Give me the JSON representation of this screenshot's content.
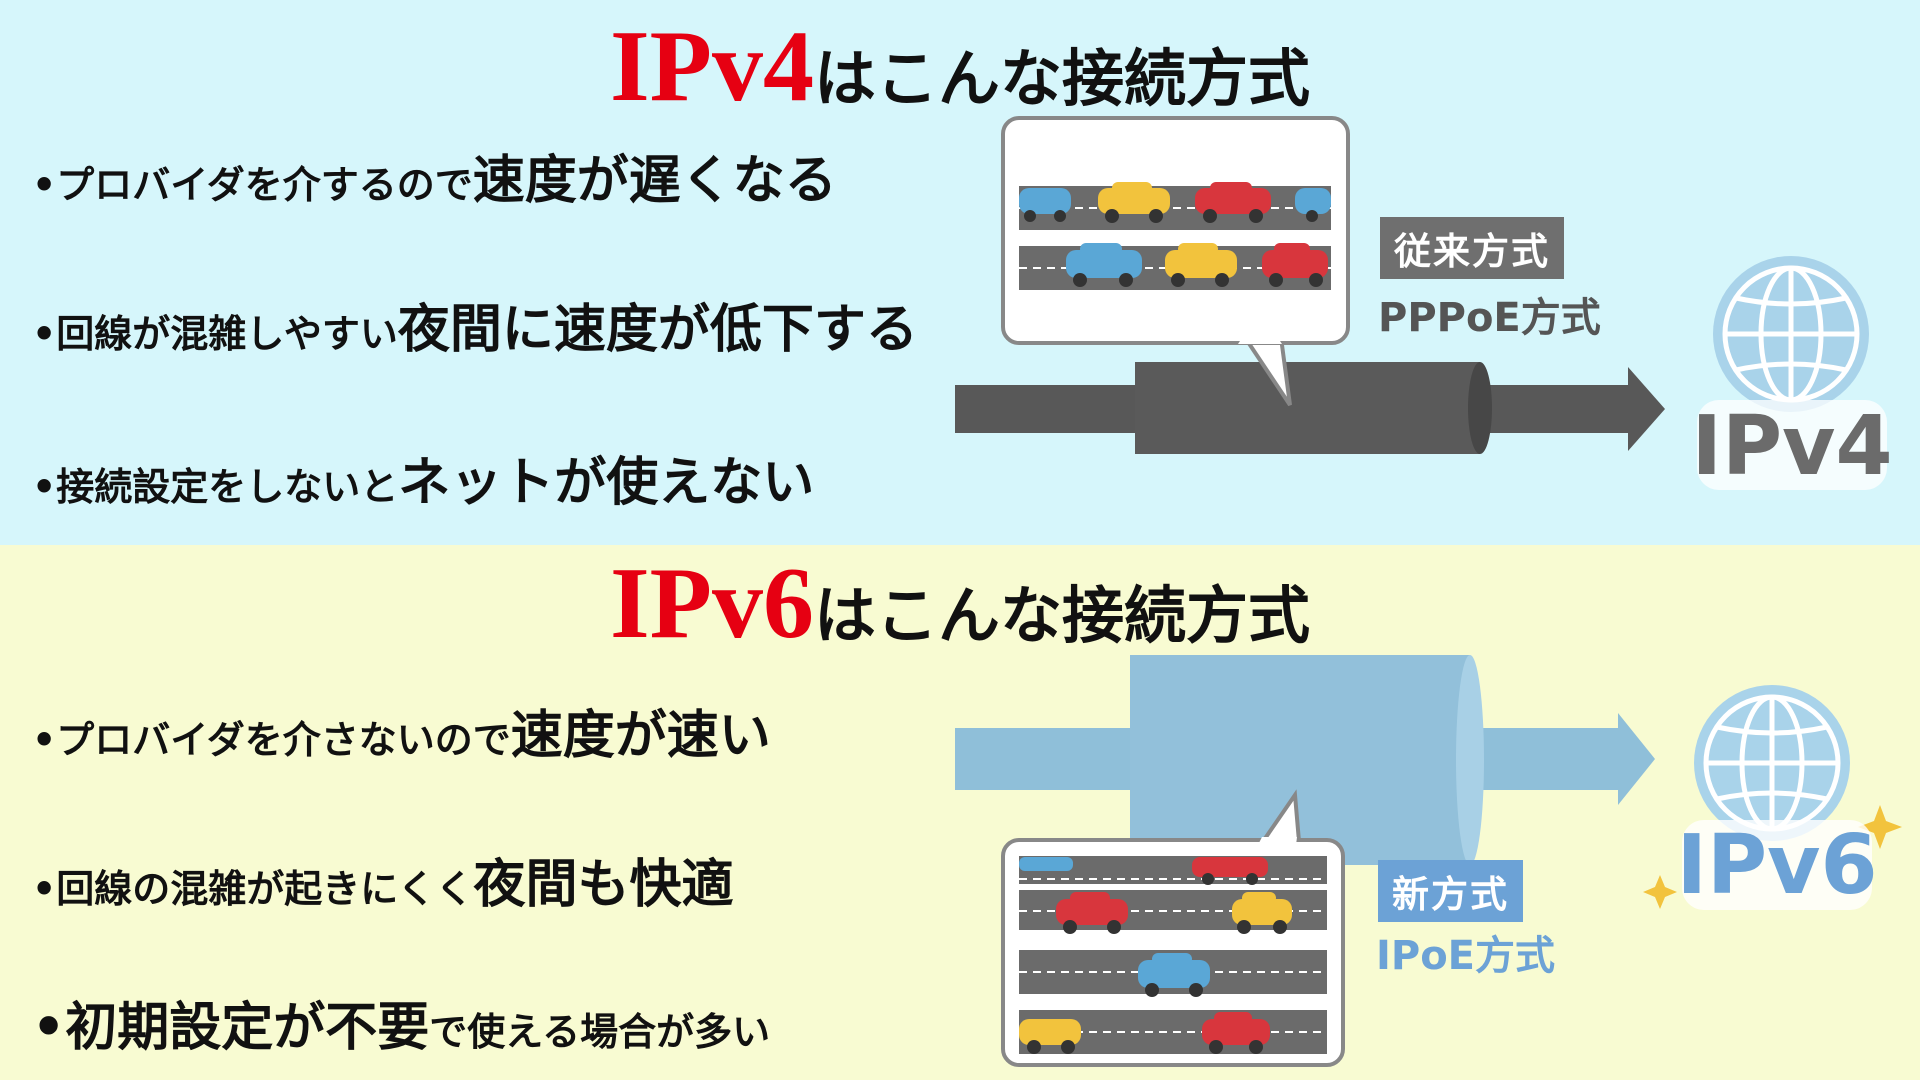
{
  "ipv4": {
    "title_version": "IPv4",
    "title_rest": "はこんな接続方式",
    "bullets": [
      {
        "small": "•プロバイダを介するので",
        "big": "速度が遅くなる"
      },
      {
        "small": "•回線が混雑しやすい",
        "big": "夜間に速度が低下する"
      },
      {
        "small": "•接続設定をしないと",
        "big": "ネットが使えない"
      }
    ],
    "method_tag": "従来方式",
    "method_name": "PPPoE方式",
    "globe_label": "IPv4",
    "colors": {
      "pipe": "#585858",
      "tag_bg": "#6f6f6f",
      "globe": "#a9d3ea",
      "sub_text": "#555555"
    }
  },
  "ipv6": {
    "title_version": "IPv6",
    "title_rest": "はこんな接続方式",
    "bullets": [
      {
        "small": "•プロバイダを介さないので",
        "big": "速度が速い"
      },
      {
        "small": "•回線の混雑が起きにくく",
        "big": "夜間も快適"
      },
      {
        "big": "•初期設定が不要",
        "small": "で使える場合が多い"
      }
    ],
    "method_tag": "新方式",
    "method_name": "IPoE方式",
    "globe_label": "IPv6",
    "colors": {
      "pipe": "#8fbfd9",
      "tag_bg": "#6ca2d6",
      "globe": "#a9d3ea",
      "sub_text": "#6ca2d6"
    }
  },
  "colors": {
    "bg_top": "#d6f6fb",
    "bg_bottom": "#f8fbd2",
    "accent_red": "#e60012"
  }
}
